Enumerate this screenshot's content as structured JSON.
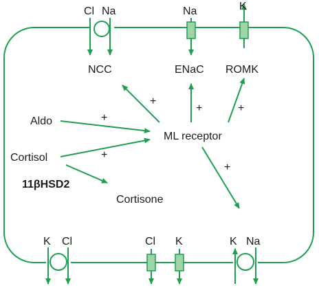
{
  "colors": {
    "line": "#1e9f50",
    "channel_fill": "#9fd4a7",
    "text": "#1a1a1a"
  },
  "top_ions": {
    "ncc_cl": "Cl",
    "ncc_na": "Na",
    "enac_na": "Na",
    "romk_k": "K"
  },
  "channels": {
    "ncc": "NCC",
    "enac": "ENaC",
    "romk": "ROMK"
  },
  "hormones": {
    "aldo": "Aldo",
    "cortisol": "Cortisol",
    "enzyme": "11βHSD2",
    "cortisone": "Cortisone"
  },
  "receptor": "ML receptor",
  "signs": {
    "aldo": "+",
    "cortisol": "+",
    "ncc": "+",
    "enac": "+",
    "romk": "+",
    "basolateral": "+"
  },
  "bottom_ions": {
    "kcl_k": "K",
    "kcl_cl": "Cl",
    "cl_channel": "Cl",
    "k_channel": "K",
    "pump_k": "K",
    "pump_na": "Na"
  }
}
